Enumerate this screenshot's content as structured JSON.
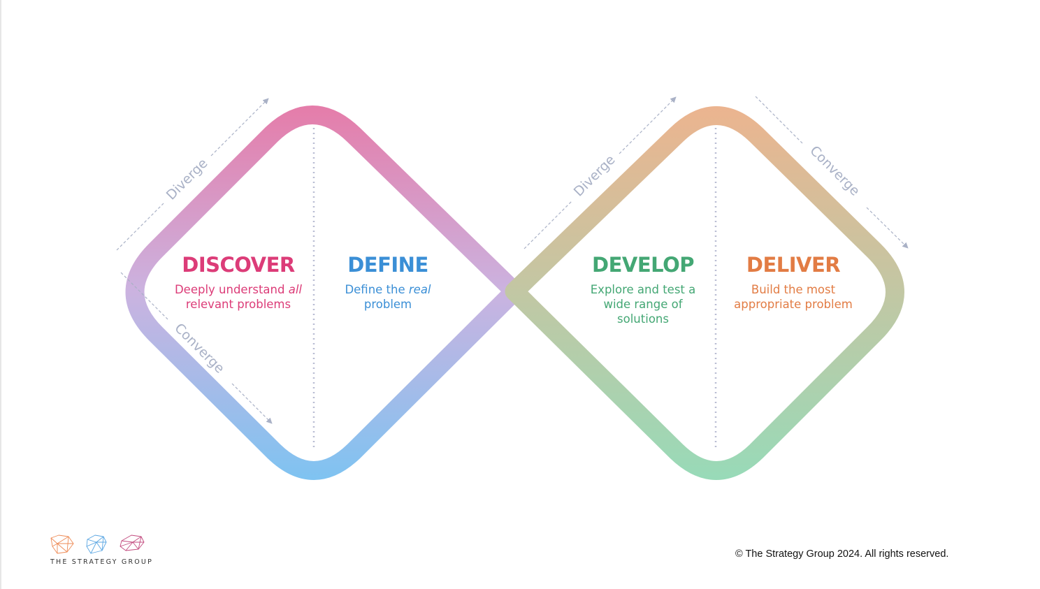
{
  "phases": [
    {
      "title": "DISCOVER",
      "desc_before": "Deeply understand ",
      "desc_em": "all",
      "desc_after": " relevant problems",
      "color": "#dc3c78"
    },
    {
      "title": "DEFINE",
      "desc_before": "Define the ",
      "desc_em": "real",
      "desc_after": " problem",
      "color": "#3b8fd6"
    },
    {
      "title": "DEVELOP",
      "desc_before": "Explore and test a wide range of solutions",
      "desc_em": "",
      "desc_after": "",
      "color": "#44a774"
    },
    {
      "title": "DELIVER",
      "desc_before": "Build the most appropriate problem",
      "desc_em": "",
      "desc_after": "",
      "color": "#e27c44"
    }
  ],
  "arrows": {
    "diverge_left": "Diverge",
    "converge_left": "Converge",
    "diverge_right": "Diverge",
    "converge_right": "Converge",
    "color": "#a9b1c6"
  },
  "colors": {
    "pink": "#e57ca9",
    "lavender": "#cbb3e0",
    "blue": "#7fc3f1",
    "green": "#98dab8",
    "peach": "#ecb48f",
    "divider": "#b9bdd3"
  },
  "logo": {
    "text": "THE STRATEGY GROUP"
  },
  "footer": {
    "copyright": "© The Strategy Group 2024. All rights reserved."
  }
}
